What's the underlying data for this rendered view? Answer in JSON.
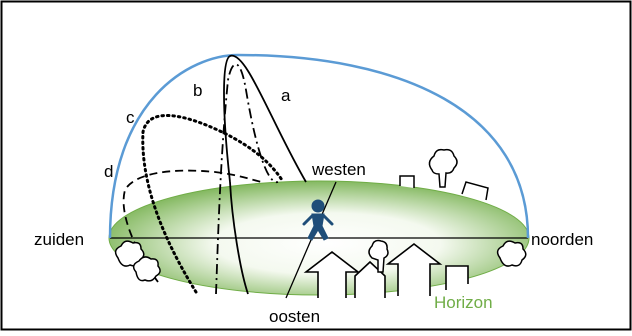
{
  "labels": {
    "a": "a",
    "b": "b",
    "c": "c",
    "d": "d",
    "westen": "westen",
    "oosten": "oosten",
    "zuiden": "zuiden",
    "noorden": "noorden",
    "horizon": "Horizon"
  },
  "colors": {
    "frame": "#000000",
    "dome": "#5b9bd5",
    "ground_edge": "#70ad47",
    "ground_light": "#ffffff",
    "horizon_text": "#70ad47",
    "person": "#1f4e79"
  },
  "paths": {
    "a": "solid",
    "b": "dash-dot",
    "c": "dotted",
    "d": "dashed"
  }
}
